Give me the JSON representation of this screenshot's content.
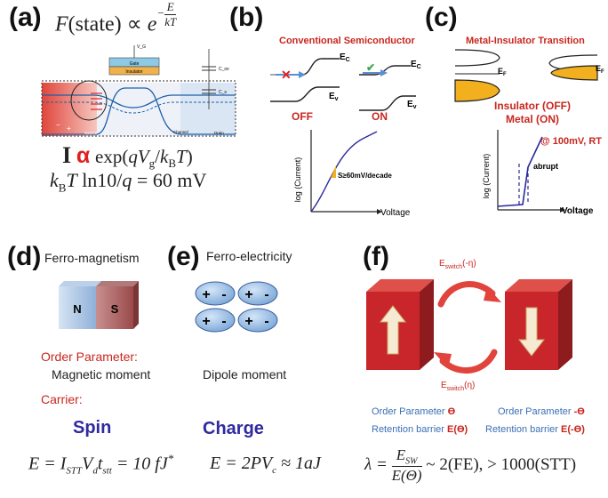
{
  "panels": {
    "a": {
      "label": "(a)",
      "formula_top": "F(state) ∝ e^(−E/kT)",
      "device_text": {
        "gate": "Gate",
        "insulator": "Insulator",
        "source": "Source",
        "drain": "Drain",
        "vd": "V_D",
        "vg": "V_G",
        "cox": "C_ox",
        "cs": "C_s"
      },
      "current_symbol": "I",
      "alpha_symbol": "α",
      "current_rhs": "exp(qV_g/k_BT)",
      "swing_formula": "k_BT ln10/q = 60 mV"
    },
    "b": {
      "label": "(b)",
      "title": "Conventional Semiconductor",
      "ec": "E",
      "ec_sub": "C",
      "ev": "E",
      "ev_sub": "v",
      "off": "OFF",
      "on": "ON",
      "ylabel": "log (Current)",
      "xlabel": "Voltage",
      "slope_note": "S≥60mV/decade"
    },
    "c": {
      "label": "(c)",
      "title": "Metal-Insulator Transition",
      "ef": "E",
      "ef_sub": "F",
      "state_line1": "Insulator (OFF)",
      "state_line2": "Metal (ON)",
      "condition": "@ 100mV, RT",
      "abrupt": "abrupt",
      "ylabel": "log (Current)",
      "xlabel": "Voltage"
    },
    "d": {
      "label": "(d)",
      "title": "Ferro-magnetism",
      "magnet_n": "N",
      "magnet_s": "S",
      "order_param_label": "Order Parameter:",
      "order_param_value": "Magnetic moment",
      "carrier_label": "Carrier:",
      "carrier_value": "Spin",
      "energy": "E = I_STT V_d t_stt = 10 fJ*"
    },
    "e": {
      "label": "(e)",
      "title": "Ferro-electricity",
      "dipole_plus": "+",
      "dipole_minus": "-",
      "order_param_value": "Dipole moment",
      "carrier_value": "Charge",
      "energy": "E = 2PV_c ≈ 1aJ"
    },
    "f": {
      "label": "(f)",
      "switch_top": "E",
      "switch_top_sub": "switch",
      "switch_top_arg": "(-η)",
      "switch_bottom": "E",
      "switch_bottom_sub": "switch",
      "switch_bottom_arg": "(η)",
      "left_order_text": "Order Parameter ",
      "left_order_symbol": "ϴ",
      "right_order_text": "Order Parameter ",
      "right_order_symbol": "-ϴ",
      "left_barrier_text": "Retention barrier ",
      "left_barrier_symbol": "E(ϴ)",
      "right_barrier_text": "Retention barrier ",
      "right_barrier_symbol": "E(-ϴ)",
      "lambda_formula": "λ = E_SW / E(Θ) ~ 2(FE), > 1000(STT)"
    }
  },
  "colors": {
    "red": "#c8261e",
    "blue": "#3a6fb5",
    "dark_blue": "#2f2a9e",
    "cube_red": "#c9262b",
    "orange": "#f2b01e",
    "curve": "#2a2a9a"
  }
}
